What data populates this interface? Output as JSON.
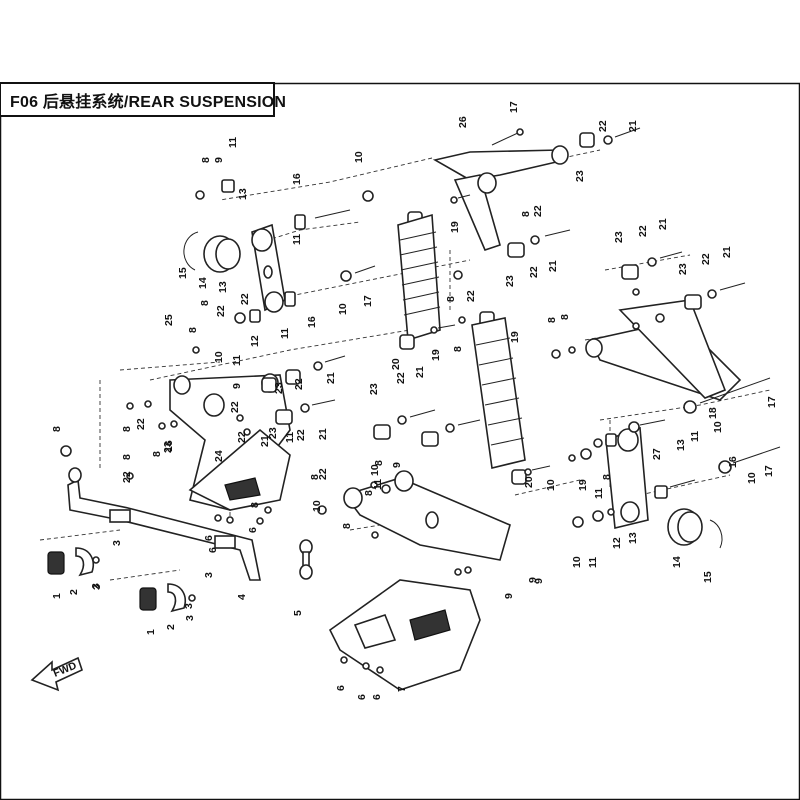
{
  "header": {
    "title": "F06 后悬挂系统/REAR SUSPENSION"
  },
  "fwd_label": "FWD",
  "callouts": [
    {
      "num": "17"
    },
    {
      "num": "26"
    },
    {
      "num": "21"
    },
    {
      "num": "22"
    },
    {
      "num": "23"
    },
    {
      "num": "8"
    },
    {
      "num": "10"
    },
    {
      "num": "11"
    },
    {
      "num": "16"
    },
    {
      "num": "11"
    },
    {
      "num": "13"
    },
    {
      "num": "15"
    },
    {
      "num": "14"
    },
    {
      "num": "9"
    },
    {
      "num": "8"
    },
    {
      "num": "22"
    },
    {
      "num": "19"
    },
    {
      "num": "22"
    },
    {
      "num": "23"
    },
    {
      "num": "21"
    },
    {
      "num": "23"
    },
    {
      "num": "22"
    },
    {
      "num": "21"
    },
    {
      "num": "23"
    },
    {
      "num": "22"
    },
    {
      "num": "21"
    },
    {
      "num": "13"
    },
    {
      "num": "12"
    },
    {
      "num": "11"
    },
    {
      "num": "16"
    },
    {
      "num": "10"
    },
    {
      "num": "17"
    },
    {
      "num": "22"
    },
    {
      "num": "8"
    },
    {
      "num": "22"
    },
    {
      "num": "22"
    },
    {
      "num": "8"
    },
    {
      "num": "8"
    },
    {
      "num": "19"
    },
    {
      "num": "25"
    },
    {
      "num": "8"
    },
    {
      "num": "10"
    },
    {
      "num": "11"
    },
    {
      "num": "20"
    },
    {
      "num": "19"
    },
    {
      "num": "8"
    },
    {
      "num": "8"
    },
    {
      "num": "18"
    },
    {
      "num": "17"
    },
    {
      "num": "10"
    },
    {
      "num": "23"
    },
    {
      "num": "22"
    },
    {
      "num": "21"
    },
    {
      "num": "23"
    },
    {
      "num": "22"
    },
    {
      "num": "21"
    },
    {
      "num": "22"
    },
    {
      "num": "9"
    },
    {
      "num": "23"
    },
    {
      "num": "22"
    },
    {
      "num": "21"
    },
    {
      "num": "8"
    },
    {
      "num": "22"
    },
    {
      "num": "8"
    },
    {
      "num": "16"
    },
    {
      "num": "11"
    },
    {
      "num": "13"
    },
    {
      "num": "27"
    },
    {
      "num": "8"
    },
    {
      "num": "8"
    },
    {
      "num": "22"
    },
    {
      "num": "23"
    },
    {
      "num": "22"
    },
    {
      "num": "21"
    },
    {
      "num": "11"
    },
    {
      "num": "8"
    },
    {
      "num": "10"
    },
    {
      "num": "16"
    },
    {
      "num": "10"
    },
    {
      "num": "17"
    },
    {
      "num": "24"
    },
    {
      "num": "8"
    },
    {
      "num": "22"
    },
    {
      "num": "9"
    },
    {
      "num": "8"
    },
    {
      "num": "10"
    },
    {
      "num": "11"
    },
    {
      "num": "20"
    },
    {
      "num": "19"
    },
    {
      "num": "8"
    },
    {
      "num": "6"
    },
    {
      "num": "6"
    },
    {
      "num": "8"
    },
    {
      "num": "6"
    },
    {
      "num": "9"
    },
    {
      "num": "11"
    },
    {
      "num": "3"
    },
    {
      "num": "3"
    },
    {
      "num": "1"
    },
    {
      "num": "2"
    },
    {
      "num": "3"
    },
    {
      "num": "4"
    },
    {
      "num": "5"
    },
    {
      "num": "8"
    },
    {
      "num": "9"
    },
    {
      "num": "12"
    },
    {
      "num": "13"
    },
    {
      "num": "10"
    },
    {
      "num": "11"
    },
    {
      "num": "14"
    },
    {
      "num": "15"
    },
    {
      "num": "3"
    },
    {
      "num": "3"
    },
    {
      "num": "1"
    },
    {
      "num": "2"
    },
    {
      "num": "3"
    },
    {
      "num": "6"
    },
    {
      "num": "6"
    },
    {
      "num": "6"
    },
    {
      "num": "7"
    },
    {
      "num": "9"
    },
    {
      "num": "10"
    }
  ]
}
